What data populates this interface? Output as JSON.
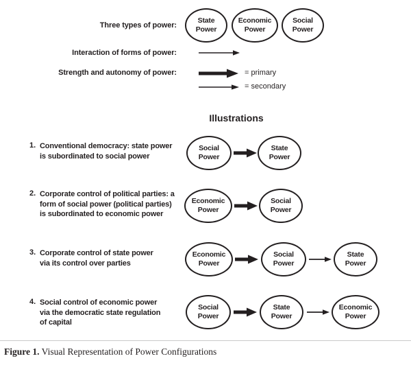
{
  "figure": {
    "caption_label": "Figure 1.",
    "caption_text": " Visual Representation of Power Configurations"
  },
  "key": {
    "rows": [
      {
        "label": "Three types of power:"
      },
      {
        "label": "Interaction of forms of power:"
      },
      {
        "label": "Strength and autonomy of power:"
      }
    ],
    "types_of_power": [
      {
        "line1": "State",
        "line2": "Power"
      },
      {
        "line1": "Economic",
        "line2": "Power"
      },
      {
        "line1": "Social",
        "line2": "Power"
      }
    ],
    "arrow_legend": [
      {
        "kind": "primary",
        "text": "= primary"
      },
      {
        "kind": "secondary",
        "text": "= secondary"
      }
    ]
  },
  "illustrations": {
    "heading": "Illustrations",
    "items": [
      {
        "number": "1.",
        "lines": [
          "Conventional democracy: state power",
          "is subordinated to social power"
        ],
        "nodes": [
          {
            "line1": "Social",
            "line2": "Power"
          },
          {
            "line1": "State",
            "line2": "Power"
          }
        ],
        "arrows": [
          "primary"
        ]
      },
      {
        "number": "2.",
        "lines": [
          "Corporate control of political parties: a",
          "form of social power (political parties)",
          "is subordinated to economic power"
        ],
        "nodes": [
          {
            "line1": "Economic",
            "line2": "Power"
          },
          {
            "line1": "Social",
            "line2": "Power"
          }
        ],
        "arrows": [
          "primary"
        ]
      },
      {
        "number": "3.",
        "lines": [
          "Corporate control of state power",
          "via its control over parties"
        ],
        "nodes": [
          {
            "line1": "Economic",
            "line2": "Power"
          },
          {
            "line1": "Social",
            "line2": "Power"
          },
          {
            "line1": "State",
            "line2": "Power"
          }
        ],
        "arrows": [
          "primary",
          "secondary"
        ]
      },
      {
        "number": "4.",
        "lines": [
          "Social control of economic power",
          "via the democratic state regulation",
          "of capital"
        ],
        "nodes": [
          {
            "line1": "Social",
            "line2": "Power"
          },
          {
            "line1": "State",
            "line2": "Power"
          },
          {
            "line1": "Economic",
            "line2": "Power"
          }
        ],
        "arrows": [
          "primary",
          "secondary"
        ]
      }
    ]
  },
  "colors": {
    "ink": "#231f20",
    "background": "#ffffff",
    "rule": "#c9c9c9"
  }
}
